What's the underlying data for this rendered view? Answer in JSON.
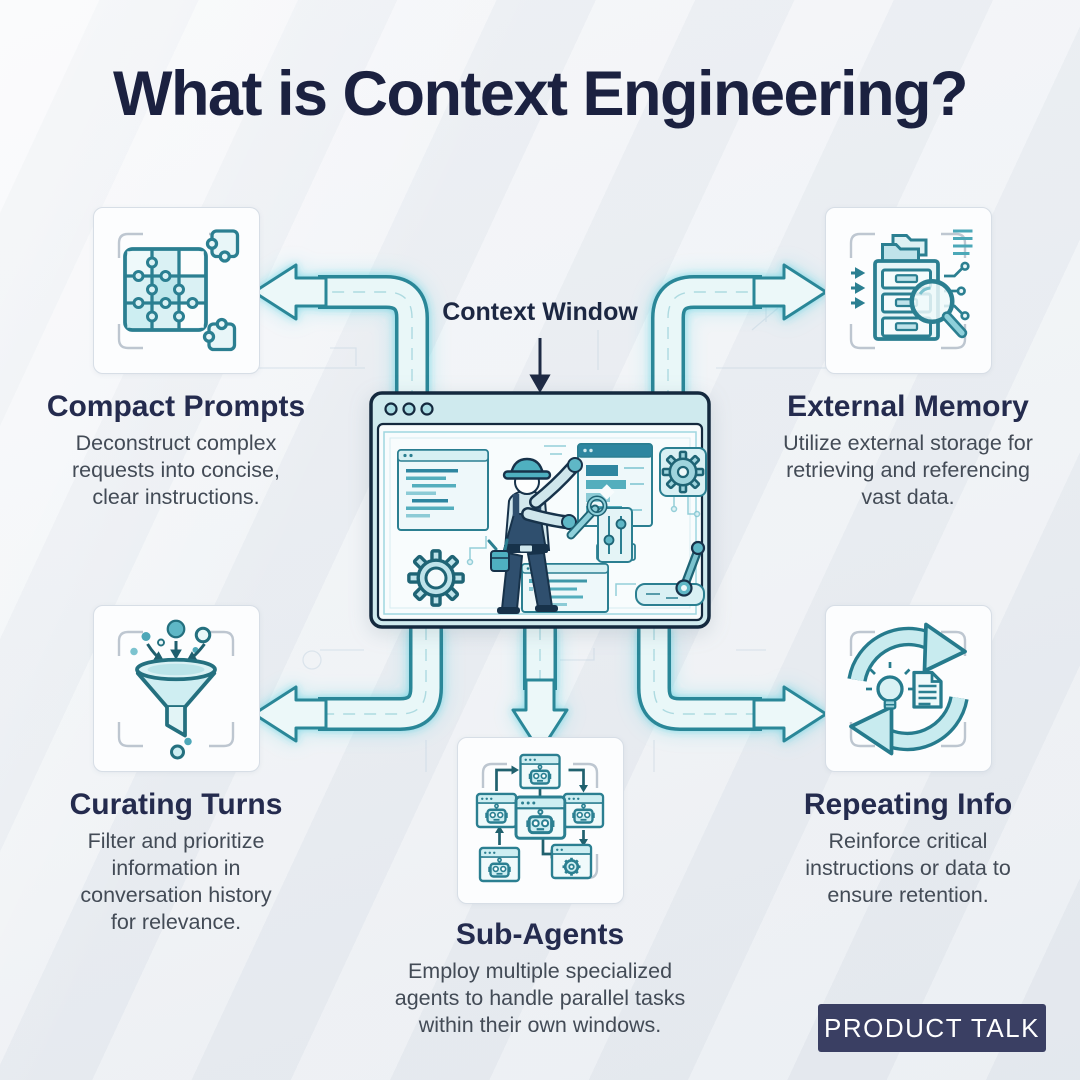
{
  "title": "What is Context Engineering?",
  "center": {
    "label": "Context Window",
    "illustration": "engineer-working-inside-browser-window"
  },
  "sections": [
    {
      "id": "compact-prompts",
      "icon": "puzzle-icon",
      "heading": "Compact Prompts",
      "body": "Deconstruct complex requests into concise, clear instructions."
    },
    {
      "id": "external-memory",
      "icon": "archive-search-icon",
      "heading": "External Memory",
      "body": "Utilize external storage for retrieving and referencing vast data."
    },
    {
      "id": "curating-turns",
      "icon": "funnel-icon",
      "heading": "Curating Turns",
      "body": "Filter and prioritize information in conversation history for relevance."
    },
    {
      "id": "sub-agents",
      "icon": "robots-network-icon",
      "heading": "Sub-Agents",
      "body": "Employ multiple specialized agents to handle parallel tasks within their own windows."
    },
    {
      "id": "repeating-info",
      "icon": "cycle-icon",
      "heading": "Repeating Info",
      "body": "Reinforce critical instructions or data to ensure retention."
    }
  ],
  "badge": {
    "label": "PRODUCT TALK"
  },
  "colors": {
    "accent_teal": "#2a8798",
    "teal_fill": "#d9f0f4",
    "pipe_fill": "#e9f7f8",
    "glow_cyan": "#35c8dc",
    "navy": "#1b2140",
    "body_text": "#434b56",
    "badge_bg": "#3a3f63",
    "badge_text": "#ffffff"
  }
}
